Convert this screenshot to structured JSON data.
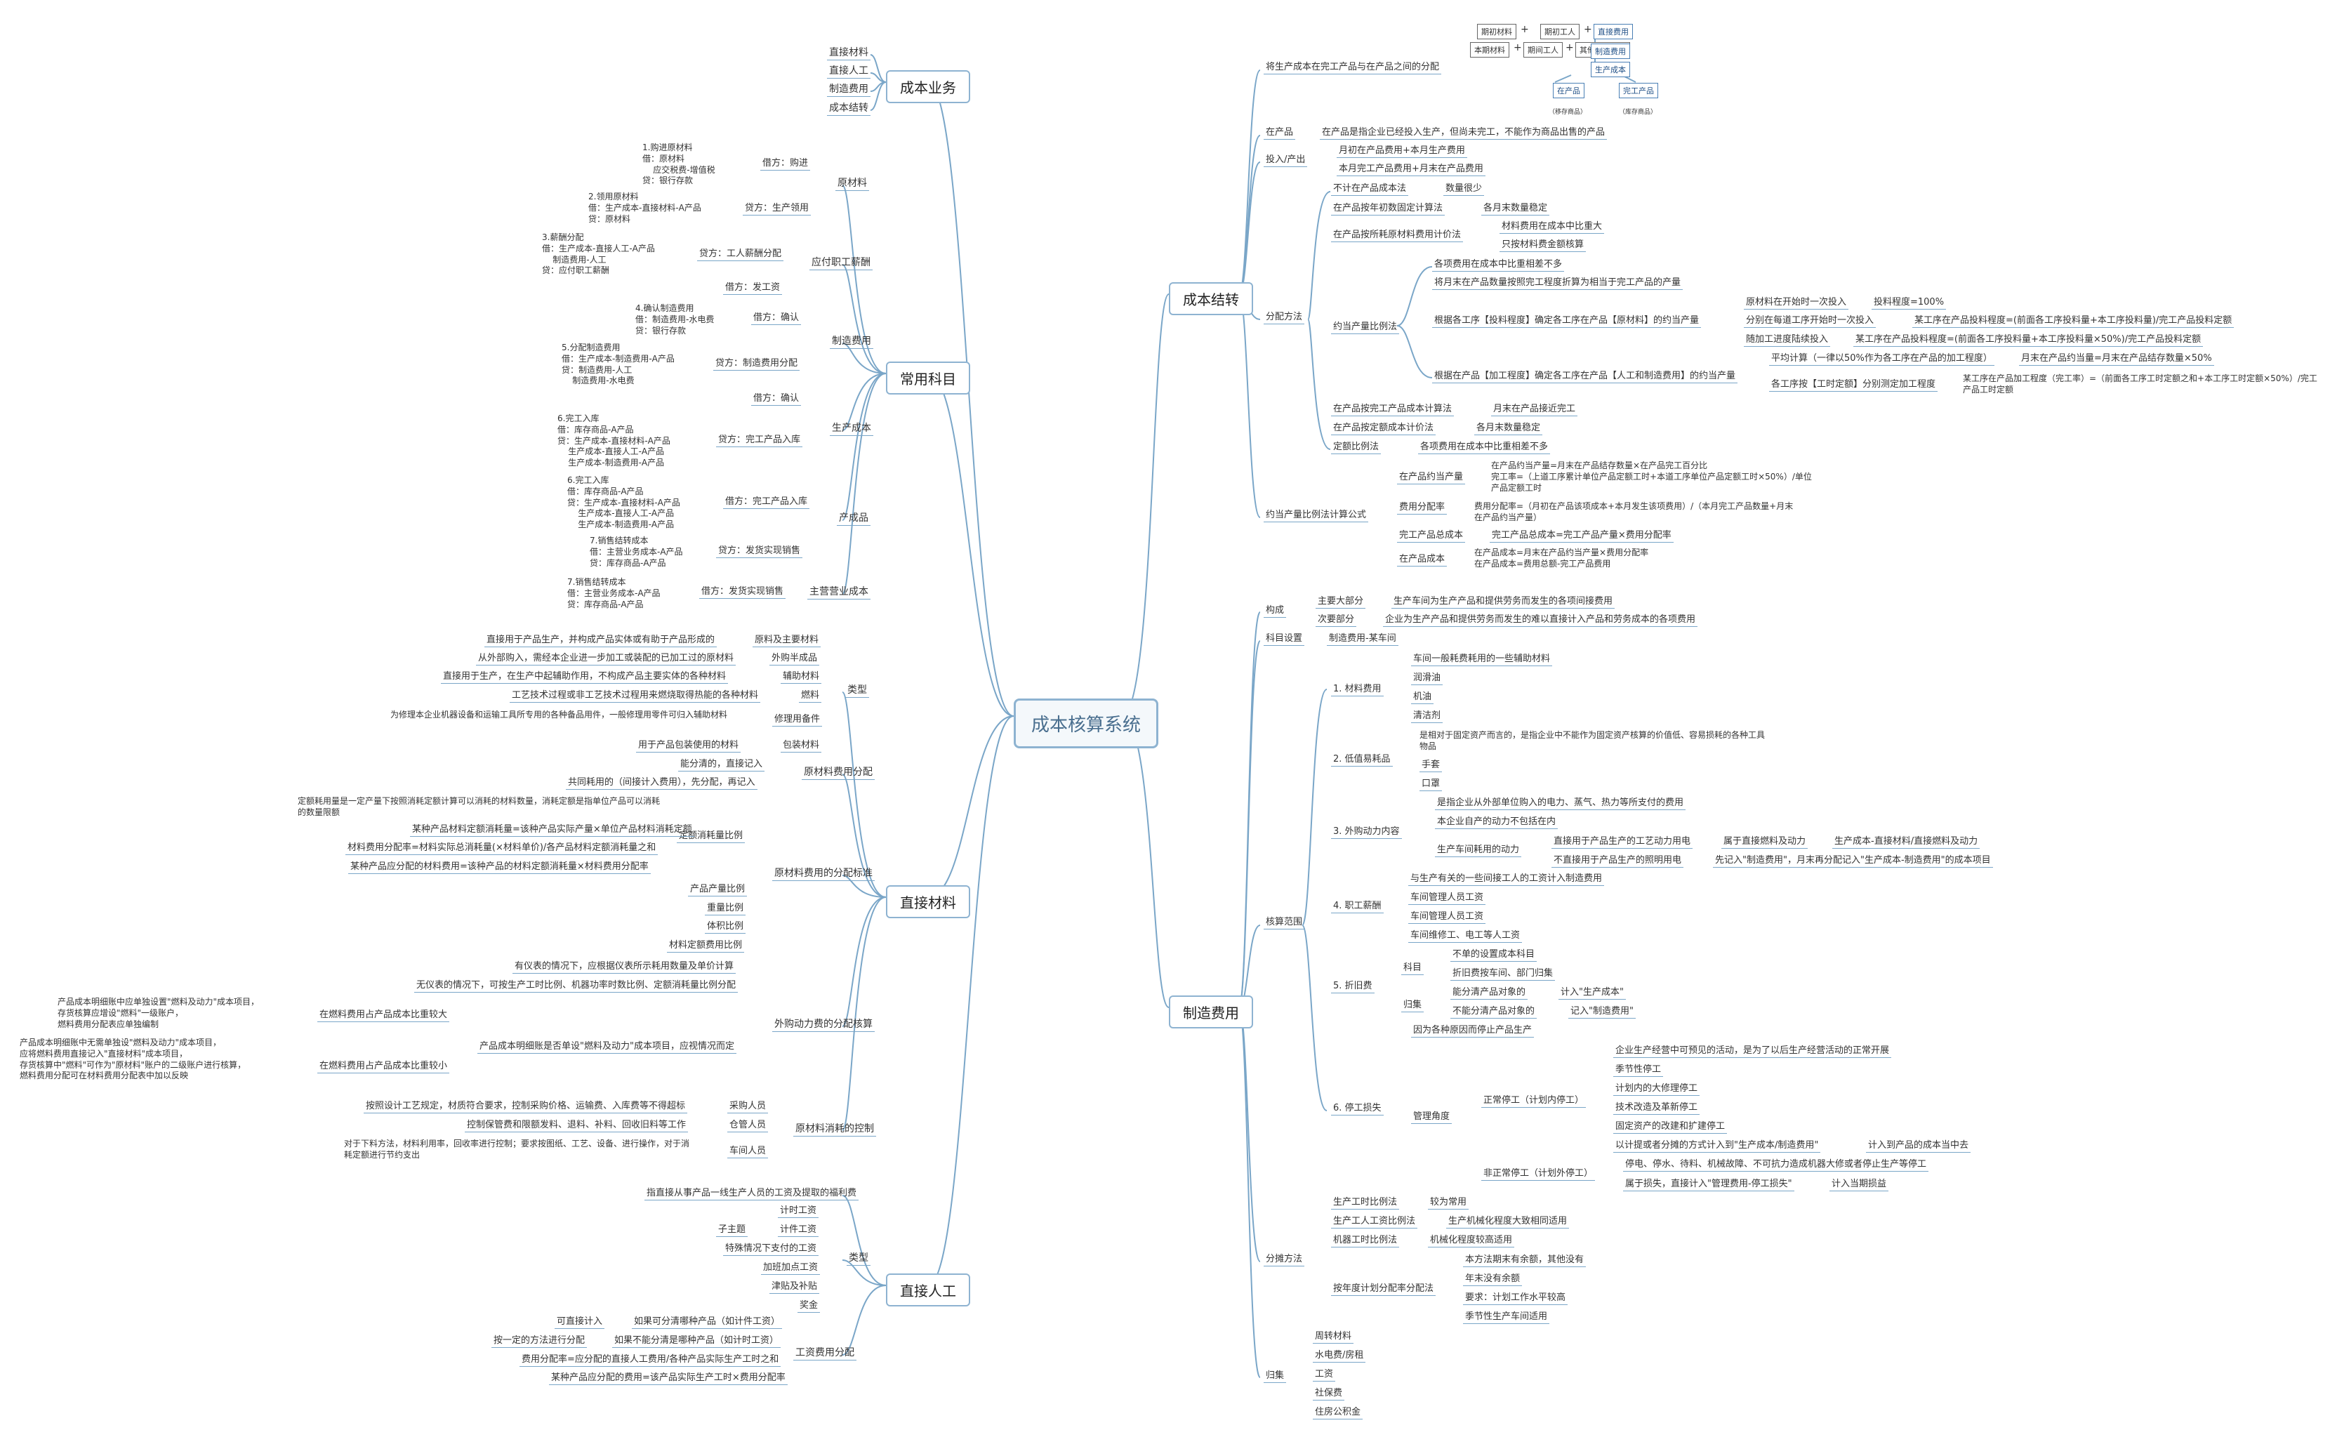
{
  "root": "成本核算系统",
  "main": {
    "cost_business": "成本业务",
    "common_accounts": "常用科目",
    "direct_material": "直接材料",
    "direct_labor": "直接人工",
    "cost_carryover": "成本结转",
    "manufacturing_overhead": "制造费用"
  },
  "cost_business": {
    "items": [
      "直接材料",
      "直接人工",
      "制造费用",
      "成本结转"
    ]
  },
  "common_accounts": {
    "raw_material": "原材料",
    "purchase": "借方：购进",
    "purchase_entry": "1.购进原材料\n借：原材料\n    应交税费-增值税\n贷：银行存款",
    "pick": "贷方：生产领用",
    "pick_entry": "2.领用原材料\n借：生产成本-直接材料-A产品\n贷：原材料",
    "payroll": "应付职工薪酬",
    "salary_credit": "贷方：工人薪酬分配",
    "salary_entry": "3.薪酬分配\n借：生产成本-直接人工-A产品\n    制造费用-人工\n贷：应付职工薪酬",
    "salary_debit": "借方：发工资",
    "moh": "制造费用",
    "moh_debit": "借方：确认",
    "moh_debit_entry": "4.确认制造费用\n借：制造费用-水电费\n贷：银行存款",
    "moh_credit": "贷方：制造费用分配",
    "moh_credit_entry": "5.分配制造费用\n借：生产成本-制造费用-A产品\n贷：制造费用-人工\n    制造费用-水电费",
    "wip": "生产成本",
    "wip_debit": "借方：确认",
    "wip_credit": "贷方：完工产品入库",
    "wip_credit_entry": "6.完工入库\n借：库存商品-A产品\n贷：生产成本-直接材料-A产品\n    生产成本-直接人工-A产品\n    生产成本-制造费用-A产品",
    "fg": "产成品",
    "fg_debit": "借方：完工产品入库",
    "fg_debit_entry": "6.完工入库\n借：库存商品-A产品\n贷：生产成本-直接材料-A产品\n    生产成本-直接人工-A产品\n    生产成本-制造费用-A产品",
    "fg_credit": "贷方：发货实现销售",
    "fg_credit_entry": "7.销售结转成本\n借：主营业务成本-A产品\n贷：库存商品-A产品",
    "cogs": "主营营业成本",
    "cogs_debit": "借方：发货实现销售",
    "cogs_entry": "7.销售结转成本\n借：主营业务成本-A产品\n贷：库存商品-A产品"
  },
  "direct_material": {
    "category": "类型",
    "types": [
      {
        "name": "原料及主要材料",
        "desc": "直接用于产品生产，并构成产品实体或有助于产品形成的"
      },
      {
        "name": "外购半成品",
        "desc": "从外部购入，需经本企业进一步加工或装配的已加工过的原材料"
      },
      {
        "name": "辅助材料",
        "desc": "直接用于生产，在生产中起辅助作用，不构成产品主要实体的各种材料"
      },
      {
        "name": "燃料",
        "desc": "工艺技术过程或非工艺技术过程用来燃烧取得热能的各种材料"
      },
      {
        "name": "修理用备件",
        "desc": "为修理本企业机器设备和运输工具所专用的各种备品用件，一般修理用零件可归入辅助材料"
      },
      {
        "name": "包装材料",
        "desc": "用于产品包装使用的材料"
      }
    ],
    "alloc": "原材料费用分配",
    "alloc_items": [
      "能分清的，直接记入",
      "共同耗用的（间接计入费用），先分配，再记入"
    ],
    "basis": "原材料费用的分配标准",
    "quota_ratio": "定额消耗量比例",
    "quota_ratio_desc": "定额耗用量是一定产量下按照消耗定额计算可以消耗的材料数量，消耗定额是指单位产品可以消耗的数量限额",
    "quota_items": [
      "某种产品材料定额消耗量=该种产品实际产量×单位产品材料消耗定额",
      "材料费用分配率=材料实际总消耗量(×材料单价)/各产品材料定额消耗量之和",
      "某种产品应分配的材料费用=该种产品的材料定额消耗量×材料费用分配率"
    ],
    "other_basis": [
      "产品产量比例",
      "重量比例",
      "体积比例",
      "材料定额费用比例"
    ],
    "power": "外购动力费的分配核算",
    "power_items": [
      "有仪表的情况下，应根据仪表所示耗用数量及单价计算",
      "无仪表的情况下，可按生产工时比例、机器功率时数比例、定额消耗量比例分配"
    ],
    "power_book": "产品成本明细账是否单设\"燃料及动力\"成本项目，应视情况而定",
    "fuel_big": "在燃料费用占产品成本比重较大",
    "fuel_big_desc": "产品成本明细账中应单独设置\"燃料及动力\"成本项目，\n存货核算应增设\"燃料\"一级账户，\n燃料费用分配表应单独编制",
    "fuel_small": "在燃料费用占产品成本比重较小",
    "fuel_small_desc": "产品成本明细账中无需单独设\"燃料及动力\"成本项目，\n应将燃料费用直接记入\"直接材料\"成本项目，\n存货核算中\"燃料\"可作为\"原材料\"账户的二级账户进行核算，\n燃料费用分配可在材料费用分配表中加以反映",
    "control": "原材料消耗的控制",
    "control_items": [
      {
        "role": "采购人员",
        "desc": "按照设计工艺规定，材质符合要求，控制采购价格、运输费、入库费等不得超标"
      },
      {
        "role": "仓管人员",
        "desc": "控制保管费和限额发料、退料、补料、回收旧料等工作"
      },
      {
        "role": "车间人员",
        "desc": "对于下料方法，材料利用率，回收率进行控制；要求按图纸、工艺、设备、进行操作，对于消耗定额进行节约支出"
      }
    ]
  },
  "direct_labor": {
    "top": "指直接从事产品一线生产人员的工资及提取的福利费",
    "category": "类型",
    "types": [
      "计时工资",
      "计件工资",
      "奖金",
      "津贴及补贴",
      "加班加点工资",
      "特殊情况下支付的工资"
    ],
    "type_extra": "子主题",
    "alloc": "工资费用分配",
    "alloc_items": [
      {
        "a": "可直接计入",
        "b": "如果可分清哪种产品（如计件工资）"
      },
      {
        "a": "按一定的方法进行分配",
        "b": "如果不能分清是哪种产品（如计时工资）"
      },
      {
        "a": "费用分配率=应分配的直接人工费用/各种产品实际生产工时之和",
        "b": ""
      },
      {
        "a": "某种产品应分配的费用=该产品实际生产工时×费用分配率",
        "b": ""
      }
    ]
  },
  "cost_carryover": {
    "between": "将生产成本在完工产品与在产品之间的分配",
    "flow": {
      "r1": [
        "期初材料",
        "+",
        "期初工人",
        "+",
        "直接费用"
      ],
      "r2": [
        "本期材料",
        "+",
        "期间工人",
        "+",
        "其他制造费用"
      ],
      "r3": [
        "制造费用",
        "生产成本"
      ],
      "r4": [
        "在产品",
        "完工产品"
      ],
      "r5": [
        "（移存商品）",
        "（库存商品）"
      ]
    },
    "wip": "在产品",
    "wip_desc": "在产品是指企业已经投入生产，但尚未完工，不能作为商品出售的产品",
    "io": "投入/产出",
    "io_items": [
      "月初在产品费用+本月生产费用",
      "本月完工产品费用+月末在产品费用"
    ],
    "method": "分配方法",
    "m1": "不计在产品成本法",
    "m1_c": "数量很少",
    "m2": "在产品按年初数固定计算法",
    "m2_c": "各月末数量稳定",
    "m3": "在产品按所耗原材料费用计价法",
    "m3_c": [
      "材料费用在成本中比重大",
      "只按材料费金额核算"
    ],
    "m4": "约当产量比例法",
    "m4_c1": "各项费用在成本中比重相差不多",
    "m4_c2": "将月末在产品数量按照完工程度折算为相当于完工产品的产量",
    "m4_c3": "根据各工序【投料程度】确定各工序在产品【原材料】的约当产量",
    "m4_c3a": [
      {
        "a": "原材料在开始时一次投入",
        "b": "投料程度=100%"
      },
      {
        "a": "分别在每道工序开始时一次投入",
        "b": "某工序在产品投料程度=(前面各工序投料量+本工序投料量)/完工产品投料定额"
      },
      {
        "a": "随加工进度陆续投入",
        "b": "某工序在产品投料程度=(前面各工序投料量+本工序投料量×50%)/完工产品投料定额"
      }
    ],
    "m4_c4": "根据在产品【加工程度】确定各工序在产品【人工和制造费用】的约当产量",
    "m4_c4a": [
      {
        "a": "平均计算（一律以50%作为各工序在产品的加工程度）",
        "b": "月末在产品约当量=月末在产品结存数量×50%"
      },
      {
        "a": "各工序按【工时定额】分别测定加工程度",
        "b": "某工序在产品加工程度（完工率）=（前面各工序工时定额之和+本工序工时定额×50%）/完工产品工时定额"
      }
    ],
    "m5": "在产品按完工产品成本计算法",
    "m5_c": "月末在产品接近完工",
    "m6": "在产品按定额成本计价法",
    "m6_c": "各月末数量稳定",
    "m7": "定额比例法",
    "m7_c": "各项费用在成本中比重相差不多",
    "formula": "约当产量比例法计算公式",
    "f1": "在产品约当产量",
    "f1_c": "在产品约当产量=月末在产品结存数量×在产品完工百分比\n完工率=（上道工序累计单位产品定额工时+本道工序单位产品定额工时×50%）/单位\n产品定额工时",
    "f2": "费用分配率",
    "f2_c": "费用分配率=（月初在产品该项成本+本月发生该项费用）/（本月完工产品数量+月末\n在产品约当产量）",
    "f3": "完工产品总成本",
    "f3_c": "完工产品总成本=完工产品产量×费用分配率",
    "f4": "在产品成本",
    "f4_c": "在产品成本=月末在产品约当产量×费用分配率\n在产品成本=费用总额-完工产品费用"
  },
  "manufacturing_overhead": {
    "composition": "构成",
    "main_part": "主要大部分",
    "main_part_c": "生产车间为生产产品和提供劳务而发生的各项间接费用",
    "minor_part": "次要部分",
    "minor_part_c": "企业为生产产品和提供劳务而发生的难以直接计入产品和劳务成本的各项费用",
    "account": "科目设置",
    "account_c": "制造费用-某车间",
    "scope": "核算范围",
    "s1": "1. 材料费用",
    "s1_c": [
      "车间一般耗费耗用的一些辅助材料",
      "润滑油",
      "机油",
      "清洁剂"
    ],
    "s2": "2. 低值易耗品",
    "s2_c": [
      "是相对于固定资产而言的，是指企业中不能作为固定资产核算的价值低、容易损耗的各种工具物品",
      "手套",
      "口罩"
    ],
    "s3": "3. 外购动力内容",
    "s3_c": [
      "是指企业从外部单位购入的电力、蒸气、热力等所支付的费用",
      "本企业自产的动力不包括在内"
    ],
    "s3_used": "生产车间耗用的动力",
    "s3_used_c": [
      {
        "a": "直接用于产品生产的工艺动力用电",
        "b": "属于直接燃料及动力",
        "c": "生产成本-直接材料/直接燃料及动力"
      },
      {
        "a": "不直接用于产品生产的照明用电",
        "b": "先记入\"制造费用\"，月末再分配记入\"生产成本-制造费用\"的成本项目",
        "c": ""
      }
    ],
    "s4": "4. 职工薪酬",
    "s4_c": [
      "与生产有关的一些间接工人的工资计入制造费用",
      "车间管理人员工资",
      "车间管理人员工资",
      "车间维修工、电工等人工资"
    ],
    "s5": "5. 折旧费",
    "s5_sub": "科目",
    "s5_sub_c": [
      "不单的设置成本科目",
      "折旧费按车间、部门归集"
    ],
    "s5_g": "归集",
    "s5_g_c": [
      {
        "a": "能分清产品对象的",
        "b": "计入\"生产成本\""
      },
      {
        "a": "不能分清产品对象的",
        "b": "记入\"制造费用\""
      }
    ],
    "s6": "6. 停工损失",
    "s6_intro": "因为各种原因而停止产品生产",
    "s6_mgmt": "管理角度",
    "s6_plan": "正常停工（计划内停工）",
    "s6_plan_c": [
      "企业生产经营中可预见的活动，是为了以后生产经营活动的正常开展",
      "季节性停工",
      "计划内的大修理停工",
      "技术改造及革新停工",
      "固定资产的改建和扩建停工"
    ],
    "s6_plan_x": {
      "a": "以计提或者分摊的方式计入到\"生产成本/制造费用\"",
      "b": "计入到产品的成本当中去"
    },
    "s6_unplan": "非正常停工（计划外停工）",
    "s6_unplan_c": [
      {
        "a": "停电、停水、待料、机械故障、不可抗力造成机器大修或者停止生产等停工",
        "b": ""
      },
      {
        "a": "属于损失，直接计入\"管理费用-停工损失\"",
        "b": "计入当期损益"
      }
    ],
    "method": "分摊方法",
    "m": [
      {
        "a": "生产工时比例法",
        "b": "较为常用"
      },
      {
        "a": "生产工人工资比例法",
        "b": "生产机械化程度大致相同适用"
      },
      {
        "a": "机器工时比例法",
        "b": "机械化程度较高适用"
      }
    ],
    "annual": "按年度计划分配率分配法",
    "annual_c": [
      "本方法期末有余额，其他没有",
      "年末没有余额",
      "要求：计划工作水平较高",
      "季节性生产车间适用"
    ],
    "collect": "归集",
    "collect_items": [
      "周转材料",
      "水电费/房租",
      "工资",
      "社保费",
      "住房公积金"
    ]
  }
}
